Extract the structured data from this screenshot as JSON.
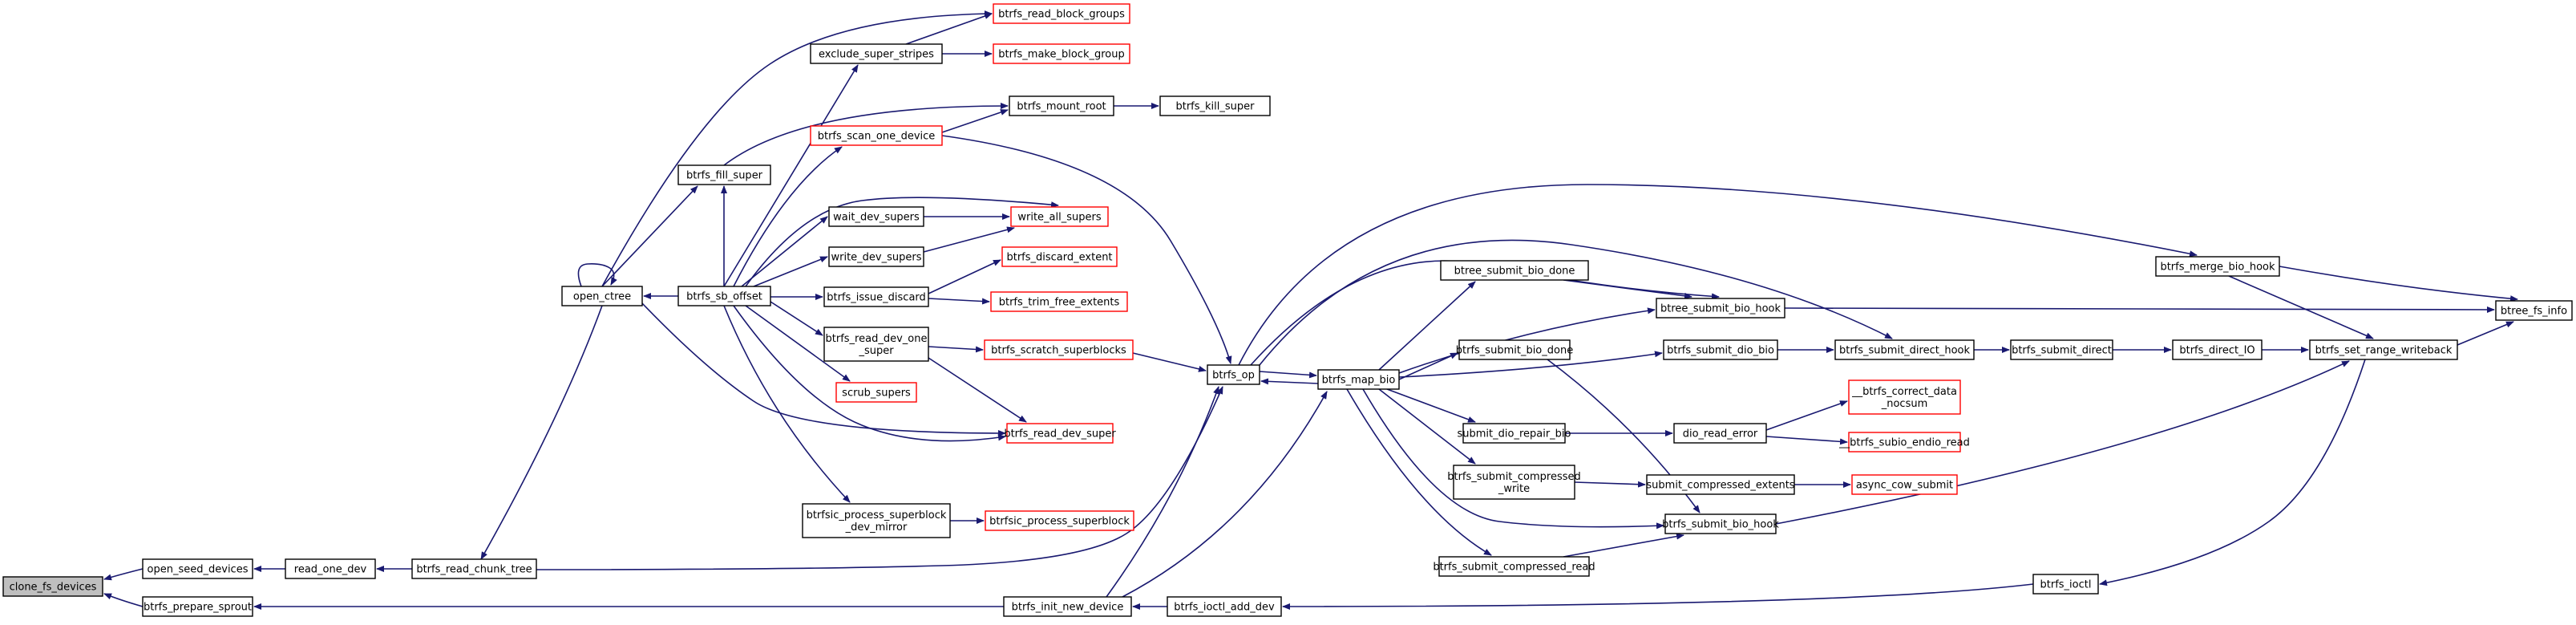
{
  "graph": {
    "title": "",
    "colors": {
      "edge": "#191970",
      "link_border": "#ff0000",
      "node_border": "#000000",
      "focus_fill": "#bfbfbf"
    },
    "nodes": {
      "clone_fs_devices": {
        "label": "clone_fs_devices",
        "style": "focus"
      },
      "open_seed_devices": {
        "label": "open_seed_devices",
        "style": "black"
      },
      "btrfs_prepare_sprout": {
        "label": "btrfs_prepare_sprout",
        "style": "black"
      },
      "read_one_dev": {
        "label": "read_one_dev",
        "style": "black"
      },
      "btrfs_read_chunk_tree": {
        "label": "btrfs_read_chunk_tree",
        "style": "black"
      },
      "open_ctree": {
        "label": "open_ctree",
        "style": "black"
      },
      "btrfs_fill_super": {
        "label": "btrfs_fill_super",
        "style": "black"
      },
      "btrfs_sb_offset": {
        "label": "btrfs_sb_offset",
        "style": "black"
      },
      "exclude_super_stripes": {
        "label": "exclude_super_stripes",
        "style": "black"
      },
      "btrfs_read_block_groups": {
        "label": "btrfs_read_block_groups",
        "style": "red"
      },
      "btrfs_make_block_group": {
        "label": "btrfs_make_block_group",
        "style": "red"
      },
      "btrfs_mount_root": {
        "label": "btrfs_mount_root",
        "style": "black"
      },
      "btrfs_kill_super": {
        "label": "btrfs_kill_super",
        "style": "black"
      },
      "btrfs_scan_one_device": {
        "label": "btrfs_scan_one_device",
        "style": "red"
      },
      "wait_dev_supers": {
        "label": "wait_dev_supers",
        "style": "black"
      },
      "write_all_supers": {
        "label": "write_all_supers",
        "style": "red"
      },
      "write_dev_supers": {
        "label": "write_dev_supers",
        "style": "black"
      },
      "btrfs_issue_discard": {
        "label": "btrfs_issue_discard",
        "style": "black"
      },
      "btrfs_discard_extent": {
        "label": "btrfs_discard_extent",
        "style": "red"
      },
      "btrfs_trim_free_extents": {
        "label": "btrfs_trim_free_extents",
        "style": "red"
      },
      "btrfs_read_dev_one_super": {
        "label": [
          "btrfs_read_dev_one",
          "_super"
        ],
        "style": "black"
      },
      "btrfs_scratch_superblocks": {
        "label": "btrfs_scratch_superblocks",
        "style": "red"
      },
      "scrub_supers": {
        "label": "scrub_supers",
        "style": "red"
      },
      "btrfs_read_dev_super": {
        "label": "btrfs_read_dev_super",
        "style": "red"
      },
      "btrfsic_process_superblock_dev_mirror": {
        "label": [
          "btrfsic_process_superblock",
          "_dev_mirror"
        ],
        "style": "black"
      },
      "btrfsic_process_superblock": {
        "label": "btrfsic_process_superblock",
        "style": "red"
      },
      "btrfs_op": {
        "label": "btrfs_op",
        "style": "black"
      },
      "btrfs_map_bio": {
        "label": "btrfs_map_bio",
        "style": "black"
      },
      "btrfs_init_new_device": {
        "label": "btrfs_init_new_device",
        "style": "black"
      },
      "btrfs_ioctl_add_dev": {
        "label": "btrfs_ioctl_add_dev",
        "style": "black"
      },
      "btrfs_ioctl": {
        "label": "btrfs_ioctl",
        "style": "black"
      },
      "btree_submit_bio_done": {
        "label": "btree_submit_bio_done",
        "style": "black"
      },
      "btree_submit_bio_hook": {
        "label": "btree_submit_bio_hook",
        "style": "black"
      },
      "btrfs_submit_bio_done": {
        "label": "btrfs_submit_bio_done",
        "style": "black"
      },
      "btrfs_submit_dio_bio": {
        "label": "btrfs_submit_dio_bio",
        "style": "black"
      },
      "submit_dio_repair_bio": {
        "label": "submit_dio_repair_bio",
        "style": "black"
      },
      "dio_read_error": {
        "label": "dio_read_error",
        "style": "black"
      },
      "btrfs_submit_compressed_write": {
        "label": [
          "btrfs_submit_compressed",
          "_write"
        ],
        "style": "black"
      },
      "submit_compressed_extents": {
        "label": "submit_compressed_extents",
        "style": "black"
      },
      "async_cow_submit": {
        "label": "async_cow_submit",
        "style": "red"
      },
      "btrfs_submit_bio_hook": {
        "label": "btrfs_submit_bio_hook",
        "style": "black"
      },
      "btrfs_submit_compressed_read": {
        "label": "btrfs_submit_compressed_read",
        "style": "black"
      },
      "btrfs_submit_direct_hook": {
        "label": "btrfs_submit_direct_hook",
        "style": "black"
      },
      "btrfs_submit_direct": {
        "label": "btrfs_submit_direct",
        "style": "black"
      },
      "btrfs_direct_IO": {
        "label": "btrfs_direct_IO",
        "style": "black"
      },
      "btrfs_correct_data_nocsum": {
        "label": [
          "__btrfs_correct_data",
          "_nocsum"
        ],
        "style": "red"
      },
      "btrfs_subio_endio_read": {
        "label": "__btrfs_subio_endio_read",
        "style": "red"
      },
      "btrfs_merge_bio_hook": {
        "label": "btrfs_merge_bio_hook",
        "style": "black"
      },
      "btrfs_set_range_writeback": {
        "label": "btrfs_set_range_writeback",
        "style": "black"
      },
      "btree_fs_info": {
        "label": "btree_fs_info",
        "style": "black"
      }
    },
    "edges": [
      [
        "open_seed_devices",
        "clone_fs_devices"
      ],
      [
        "btrfs_prepare_sprout",
        "clone_fs_devices"
      ],
      [
        "read_one_dev",
        "open_seed_devices"
      ],
      [
        "btrfs_read_chunk_tree",
        "read_one_dev"
      ],
      [
        "btrfs_read_chunk_tree",
        "btrfs_op"
      ],
      [
        "btrfs_init_new_device",
        "btrfs_prepare_sprout"
      ],
      [
        "btrfs_ioctl_add_dev",
        "btrfs_init_new_device"
      ],
      [
        "btrfs_ioctl",
        "btrfs_ioctl_add_dev"
      ],
      [
        "btrfs_set_range_writeback",
        "btrfs_ioctl"
      ],
      [
        "btrfs_init_new_device",
        "btrfs_op"
      ],
      [
        "btrfs_init_new_device",
        "btrfs_map_bio"
      ],
      [
        "btrfs_sb_offset",
        "open_ctree"
      ],
      [
        "open_ctree",
        "open_ctree"
      ],
      [
        "open_ctree",
        "btrfs_fill_super"
      ],
      [
        "open_ctree",
        "btrfs_read_block_groups"
      ],
      [
        "open_ctree",
        "btrfs_read_chunk_tree"
      ],
      [
        "open_ctree",
        "btrfs_read_dev_super"
      ],
      [
        "btrfs_fill_super",
        "btrfs_mount_root"
      ],
      [
        "btrfs_sb_offset",
        "btrfs_fill_super"
      ],
      [
        "btrfs_mount_root",
        "btrfs_kill_super"
      ],
      [
        "exclude_super_stripes",
        "btrfs_read_block_groups"
      ],
      [
        "exclude_super_stripes",
        "btrfs_make_block_group"
      ],
      [
        "btrfs_sb_offset",
        "exclude_super_stripes"
      ],
      [
        "btrfs_sb_offset",
        "btrfs_scan_one_device"
      ],
      [
        "btrfs_scan_one_device",
        "btrfs_mount_root"
      ],
      [
        "btrfs_scan_one_device",
        "btrfs_op"
      ],
      [
        "btrfs_sb_offset",
        "wait_dev_supers"
      ],
      [
        "wait_dev_supers",
        "write_all_supers"
      ],
      [
        "btrfs_sb_offset",
        "write_all_supers"
      ],
      [
        "btrfs_sb_offset",
        "write_dev_supers"
      ],
      [
        "write_dev_supers",
        "write_all_supers"
      ],
      [
        "btrfs_sb_offset",
        "btrfs_issue_discard"
      ],
      [
        "btrfs_issue_discard",
        "btrfs_discard_extent"
      ],
      [
        "btrfs_issue_discard",
        "btrfs_trim_free_extents"
      ],
      [
        "btrfs_sb_offset",
        "btrfs_read_dev_one_super"
      ],
      [
        "btrfs_read_dev_one_super",
        "btrfs_scratch_superblocks"
      ],
      [
        "btrfs_read_dev_one_super",
        "btrfs_read_dev_super"
      ],
      [
        "btrfs_scratch_superblocks",
        "btrfs_op"
      ],
      [
        "btrfs_sb_offset",
        "scrub_supers"
      ],
      [
        "btrfs_sb_offset",
        "btrfs_read_dev_super"
      ],
      [
        "btrfs_sb_offset",
        "btrfsic_process_superblock_dev_mirror"
      ],
      [
        "btrfsic_process_superblock_dev_mirror",
        "btrfsic_process_superblock"
      ],
      [
        "btrfs_op",
        "btrfs_map_bio"
      ],
      [
        "btrfs_map_bio",
        "btrfs_op"
      ],
      [
        "btrfs_op",
        "btree_submit_bio_hook"
      ],
      [
        "btrfs_op",
        "btrfs_submit_direct_hook"
      ],
      [
        "btrfs_op",
        "btrfs_merge_bio_hook"
      ],
      [
        "btrfs_map_bio",
        "btree_submit_bio_done"
      ],
      [
        "btrfs_map_bio",
        "btree_submit_bio_hook"
      ],
      [
        "btrfs_map_bio",
        "btrfs_submit_dio_bio"
      ],
      [
        "btrfs_map_bio",
        "btrfs_submit_bio_done"
      ],
      [
        "btrfs_map_bio",
        "submit_dio_repair_bio"
      ],
      [
        "btrfs_map_bio",
        "btrfs_submit_compressed_write"
      ],
      [
        "btrfs_map_bio",
        "btrfs_submit_bio_hook"
      ],
      [
        "btrfs_map_bio",
        "btrfs_submit_compressed_read"
      ],
      [
        "btree_submit_bio_done",
        "btree_submit_bio_hook"
      ],
      [
        "btree_submit_bio_hook",
        "btree_fs_info"
      ],
      [
        "btrfs_submit_dio_bio",
        "btrfs_submit_direct_hook"
      ],
      [
        "btrfs_submit_direct_hook",
        "btrfs_submit_direct"
      ],
      [
        "btrfs_submit_direct",
        "btrfs_direct_IO"
      ],
      [
        "btrfs_direct_IO",
        "btrfs_set_range_writeback"
      ],
      [
        "btrfs_submit_bio_done",
        "btrfs_submit_bio_hook"
      ],
      [
        "submit_dio_repair_bio",
        "dio_read_error"
      ],
      [
        "dio_read_error",
        "btrfs_correct_data_nocsum"
      ],
      [
        "dio_read_error",
        "btrfs_subio_endio_read"
      ],
      [
        "btrfs_submit_compressed_write",
        "submit_compressed_extents"
      ],
      [
        "submit_compressed_extents",
        "async_cow_submit"
      ],
      [
        "btrfs_submit_compressed_read",
        "btrfs_submit_bio_hook"
      ],
      [
        "btrfs_submit_bio_hook",
        "btrfs_set_range_writeback"
      ],
      [
        "btrfs_merge_bio_hook",
        "btree_fs_info"
      ],
      [
        "btrfs_merge_bio_hook",
        "btrfs_set_range_writeback"
      ],
      [
        "btrfs_set_range_writeback",
        "btree_fs_info"
      ]
    ]
  }
}
